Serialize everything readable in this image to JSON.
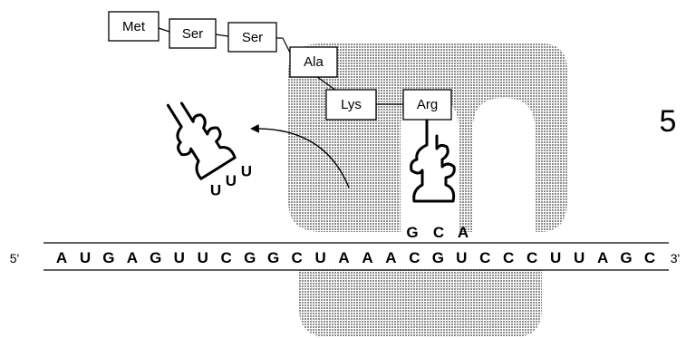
{
  "amino_acids": [
    "Met",
    "Ser",
    "Ser",
    "Ala",
    "Lys",
    "Arg"
  ],
  "mrna": {
    "label_5": "5'",
    "label_3": "3'",
    "bases": [
      "A",
      "U",
      "G",
      "A",
      "G",
      "U",
      "U",
      "C",
      "G",
      "G",
      "C",
      "U",
      "A",
      "A",
      "A",
      "C",
      "G",
      "U",
      "C",
      "C",
      "C",
      "U",
      "U",
      "A",
      "G",
      "C"
    ]
  },
  "trna_exit": {
    "anticodon": [
      "U",
      "U",
      "U"
    ]
  },
  "trna_site": {
    "anticodon": [
      "G",
      "C",
      "A"
    ]
  },
  "figure_number": "5",
  "colors": {
    "ribosome_hatch": "#9a9a9a",
    "ink": "#000000"
  }
}
